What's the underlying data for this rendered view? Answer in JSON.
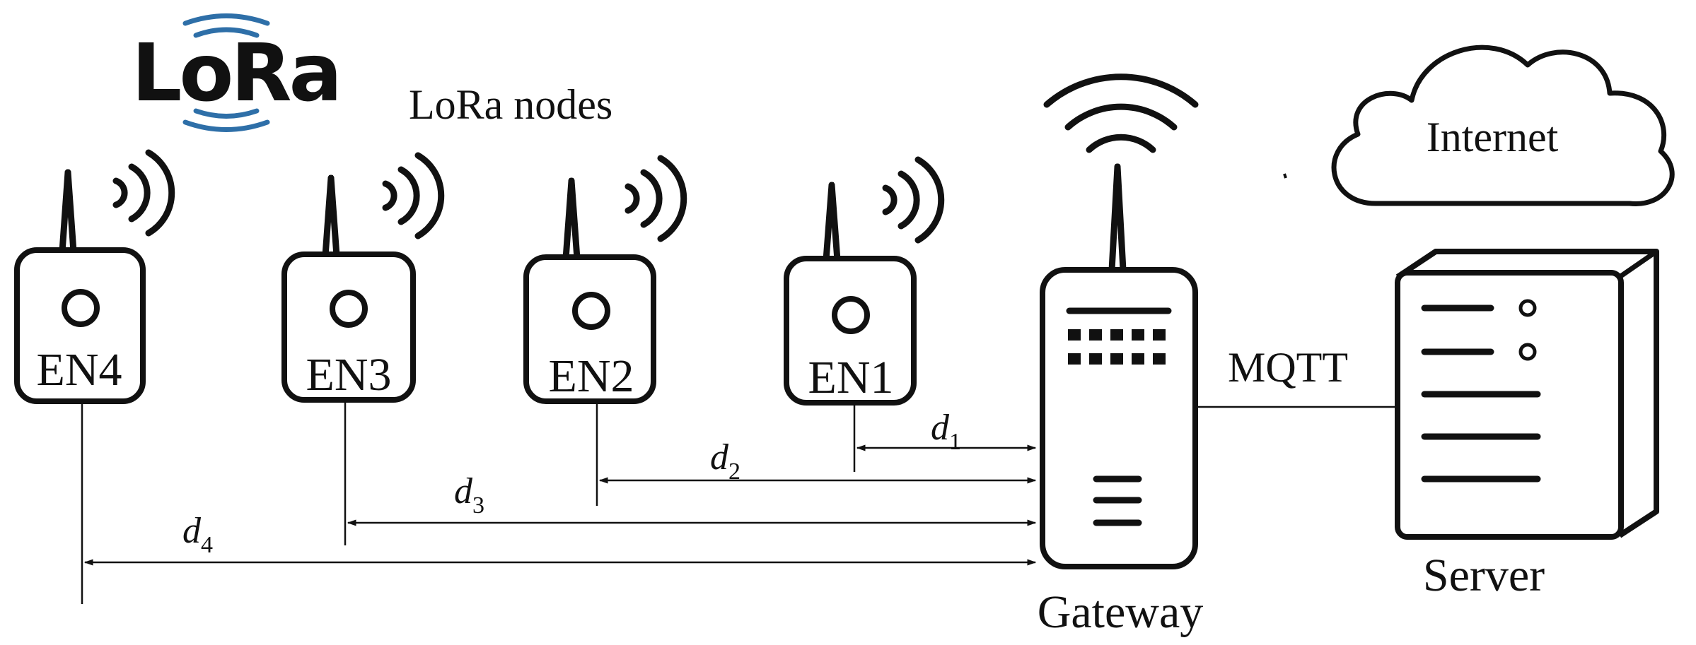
{
  "logo": {
    "text": "LoRa",
    "color": "#111111",
    "wave_color": "#2e6fa8",
    "icon": "lora-logo-icon"
  },
  "heading": "LoRa nodes",
  "nodes": [
    {
      "id": "EN4",
      "label": "EN4",
      "icon": "end-node-device-icon"
    },
    {
      "id": "EN3",
      "label": "EN3",
      "icon": "end-node-device-icon"
    },
    {
      "id": "EN2",
      "label": "EN2",
      "icon": "end-node-device-icon"
    },
    {
      "id": "EN1",
      "label": "EN1",
      "icon": "end-node-device-icon"
    }
  ],
  "distances": [
    {
      "symbol": "d",
      "subscript": "1"
    },
    {
      "symbol": "d",
      "subscript": "2"
    },
    {
      "symbol": "d",
      "subscript": "3"
    },
    {
      "symbol": "d",
      "subscript": "4"
    }
  ],
  "gateway": {
    "label": "Gateway",
    "icon": "gateway-device-icon"
  },
  "link": {
    "label": "MQTT"
  },
  "server": {
    "label": "Server",
    "icon": "server-rack-icon"
  },
  "cloud": {
    "label": "Internet",
    "icon": "cloud-icon"
  }
}
